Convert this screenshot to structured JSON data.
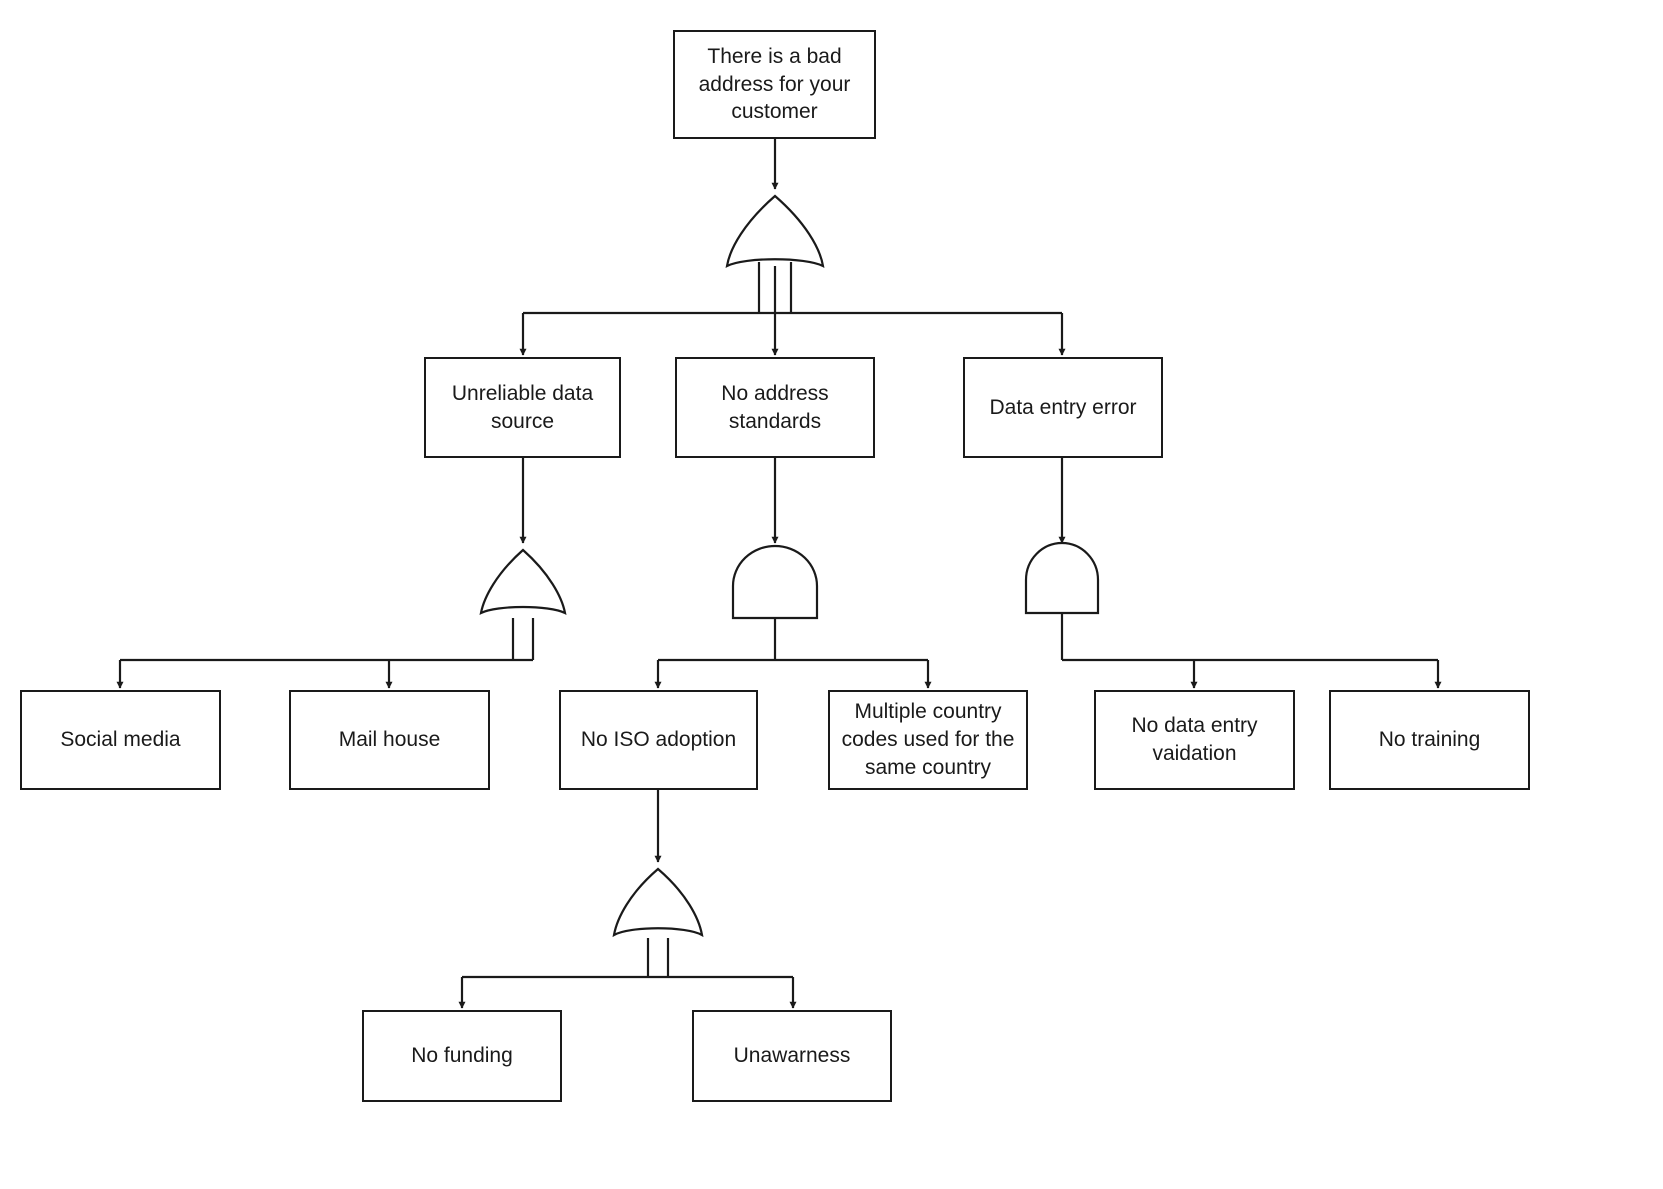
{
  "diagram": {
    "type": "fault-tree-analysis",
    "title": "There is a bad address for your customer",
    "stroke_color": "#1a1a1a",
    "background_color": "#ffffff",
    "nodes": {
      "top_event": {
        "label": "There is a bad\naddress for your\ncustomer",
        "level": "top-event"
      },
      "unreliable_data_source": {
        "label": "Unreliable data\nsource",
        "level": "intermediate"
      },
      "no_address_standards": {
        "label": "No address\nstandards",
        "level": "intermediate"
      },
      "data_entry_error": {
        "label": "Data entry error",
        "level": "intermediate"
      },
      "social_media": {
        "label": "Social media",
        "level": "basic"
      },
      "mail_house": {
        "label": "Mail house",
        "level": "basic"
      },
      "no_iso_adoption": {
        "label": "No ISO adoption",
        "level": "intermediate"
      },
      "multiple_country_codes": {
        "label": "Multiple country\ncodes used for the\nsame country",
        "level": "basic"
      },
      "no_data_entry_validation": {
        "label": "No data entry\nvaidation",
        "level": "basic"
      },
      "no_training": {
        "label": "No training",
        "level": "basic"
      },
      "no_funding": {
        "label": "No funding",
        "level": "basic"
      },
      "unawarness": {
        "label": "Unawarness",
        "level": "basic"
      }
    },
    "gates": {
      "gate_top": {
        "kind": "OR",
        "output": "top_event",
        "inputs": [
          "unreliable_data_source",
          "no_address_standards",
          "data_entry_error"
        ]
      },
      "gate_unreliable": {
        "kind": "OR",
        "output": "unreliable_data_source",
        "inputs": [
          "social_media",
          "mail_house"
        ]
      },
      "gate_standards": {
        "kind": "AND",
        "output": "no_address_standards",
        "inputs": [
          "no_iso_adoption",
          "multiple_country_codes"
        ]
      },
      "gate_entry": {
        "kind": "AND",
        "output": "data_entry_error",
        "inputs": [
          "no_data_entry_validation",
          "no_training"
        ]
      },
      "gate_iso": {
        "kind": "OR",
        "output": "no_iso_adoption",
        "inputs": [
          "no_funding",
          "unawarness"
        ]
      }
    }
  }
}
